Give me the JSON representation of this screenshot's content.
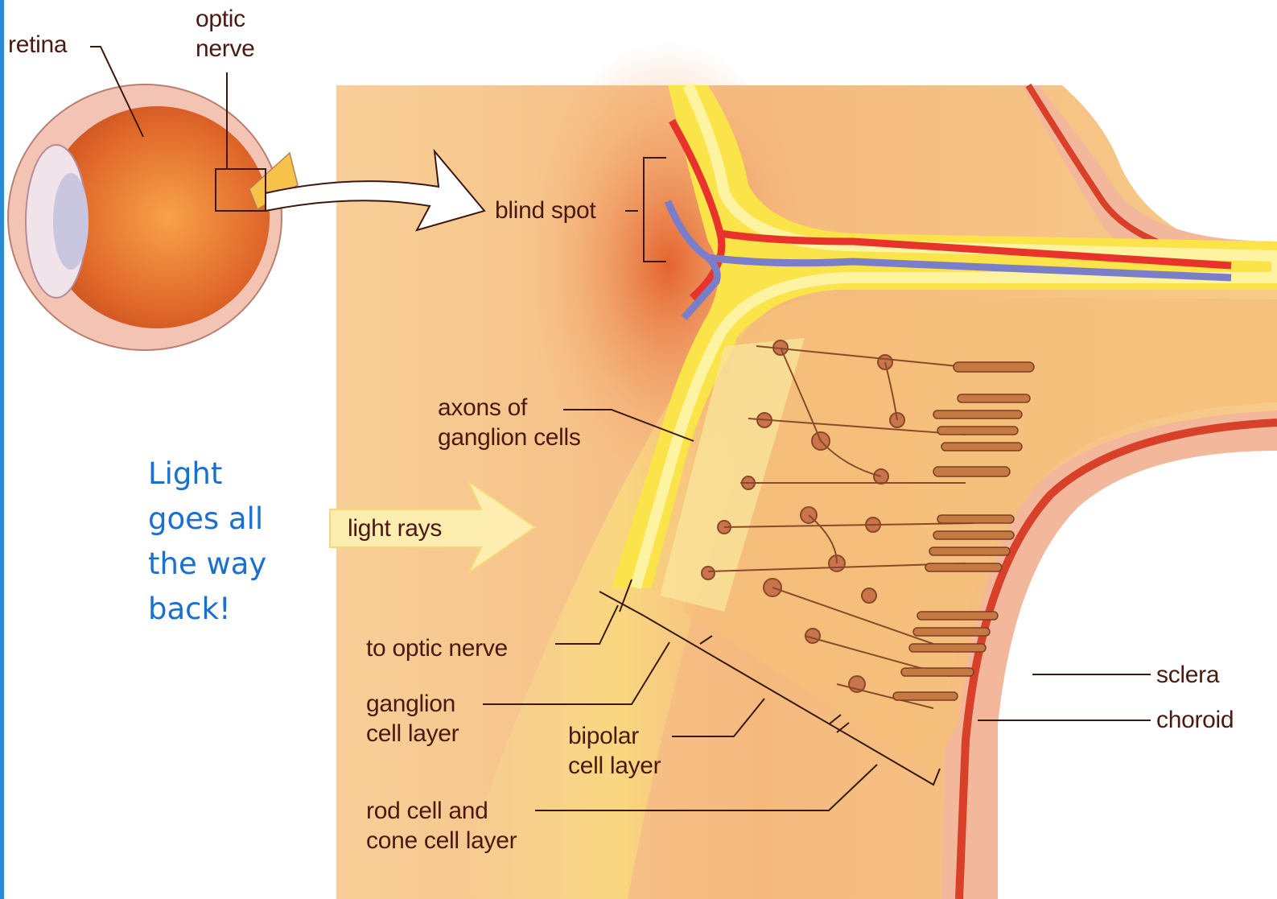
{
  "colors": {
    "accent_bar": "#2b8ad6",
    "caption_text": "#1a6fcf",
    "label_text": "#4a1a10",
    "tissue_peach": "#f6c48c",
    "tissue_orange": "#e8894a",
    "nerve_yellow": "#fbe64a",
    "artery_red": "#e8332c",
    "vein_blue": "#7a7ec8"
  },
  "caption": {
    "line1": "Light",
    "line2": "goes all",
    "line3": "the way",
    "line4": "back!"
  },
  "labels": {
    "retina": "retina",
    "optic_nerve_line1": "optic",
    "optic_nerve_line2": "nerve",
    "blind_spot": "blind spot",
    "axons_line1": "axons of",
    "axons_line2": "ganglion cells",
    "light_rays": "light rays",
    "to_optic_nerve": "to optic nerve",
    "ganglion_line1": "ganglion",
    "ganglion_line2": "cell layer",
    "bipolar_line1": "bipolar",
    "bipolar_line2": "cell layer",
    "rodcone_line1": "rod cell and",
    "rodcone_line2": "cone cell layer",
    "sclera": "sclera",
    "choroid": "choroid"
  }
}
